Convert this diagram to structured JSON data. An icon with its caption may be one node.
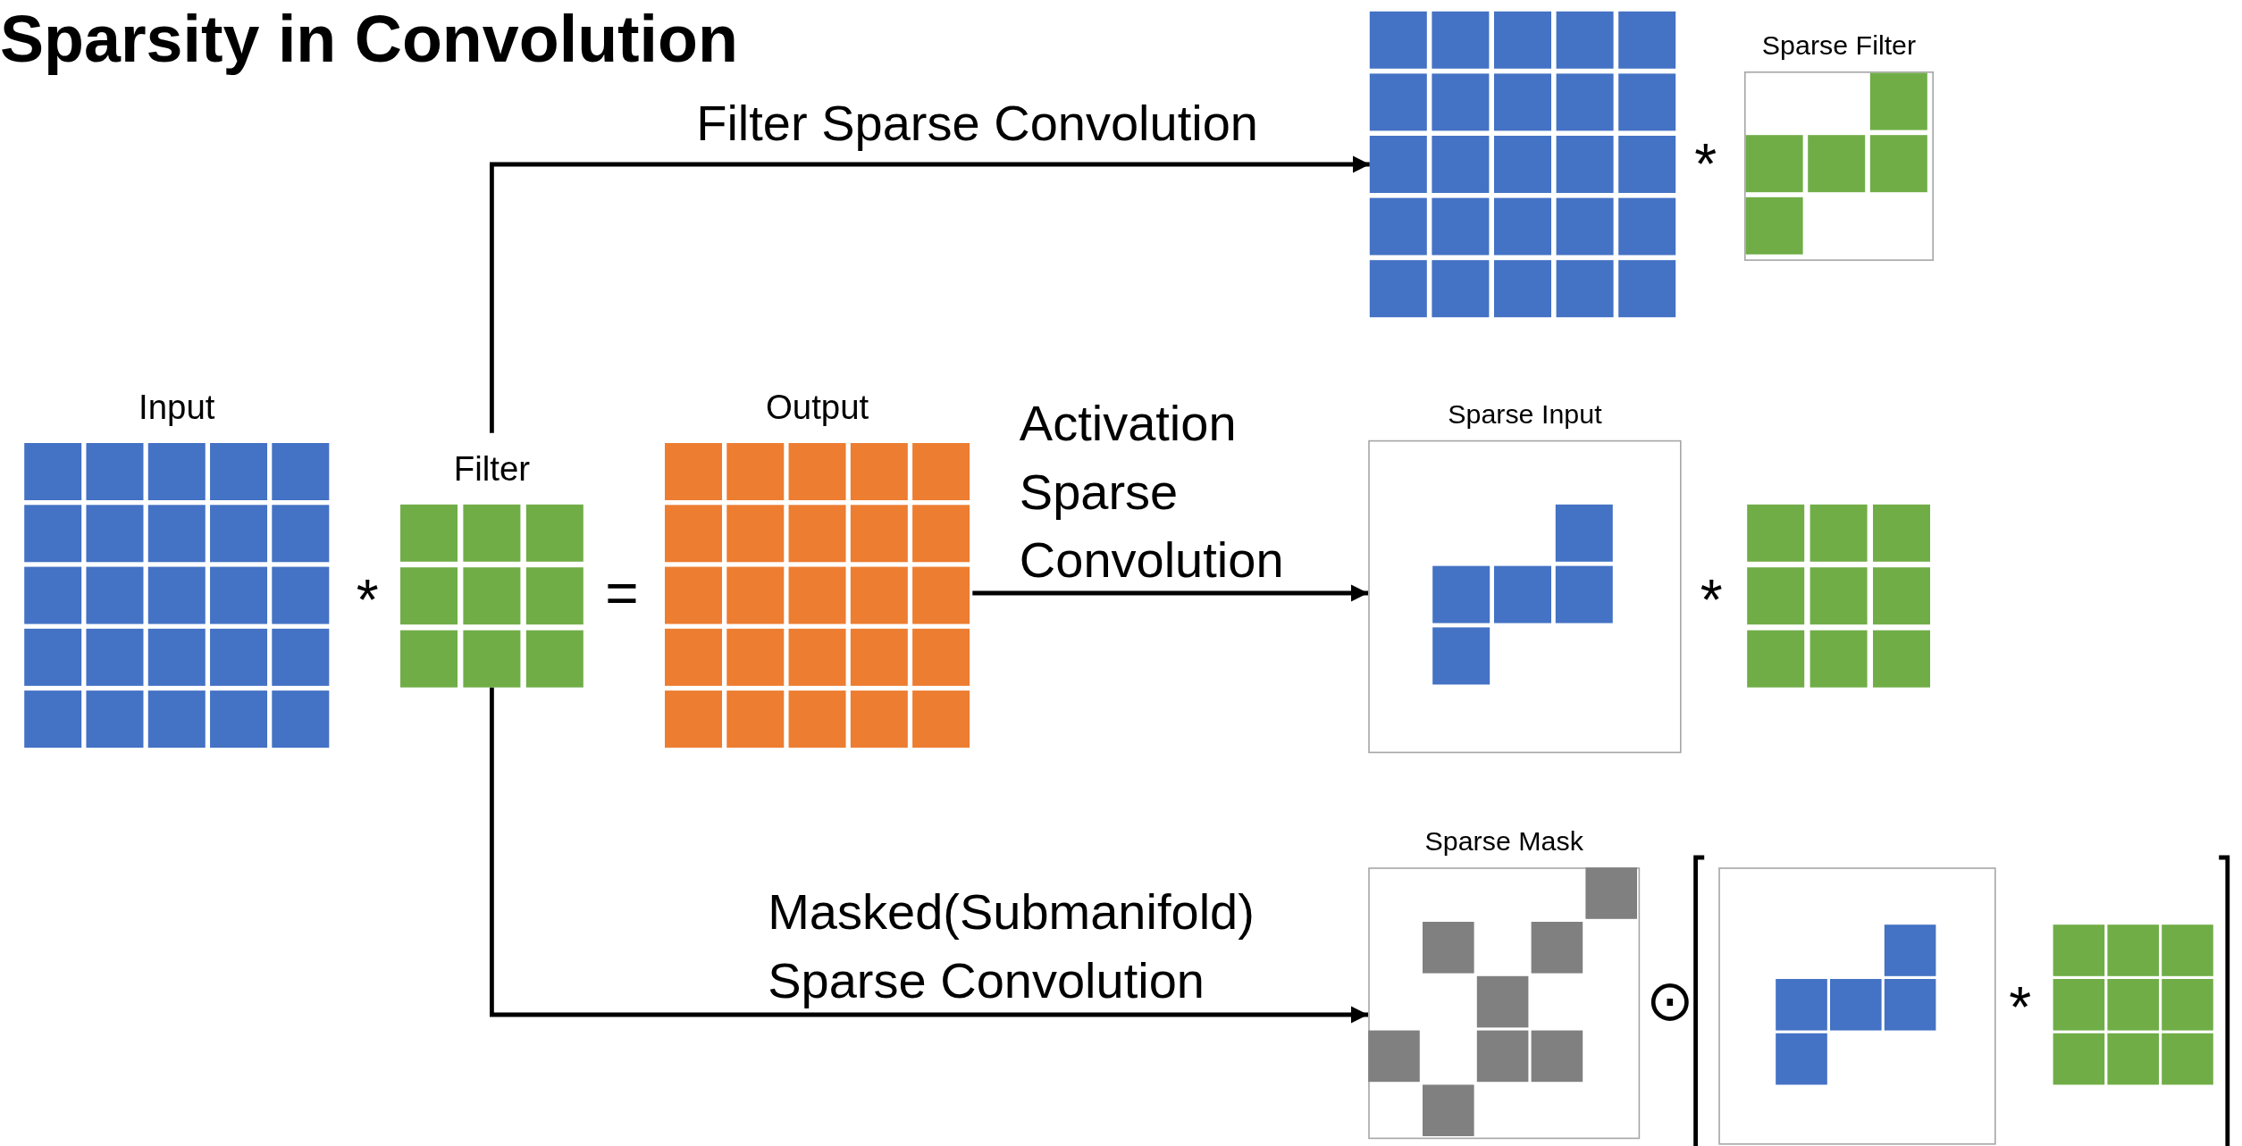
{
  "diagram": {
    "title": "Sparsity in Convolution",
    "nodes": [
      {
        "text": [],
        "shape": "grid"
      },
      {
        "text": [
          "Sparse Filter"
        ]
      },
      {
        "text": [
          "Input"
        ]
      },
      {
        "text": [
          "Filter"
        ]
      },
      {
        "text": [
          "Output"
        ]
      },
      {
        "text": [
          "Sparse Input"
        ]
      },
      {
        "text": [],
        "shape": "grid"
      },
      {
        "text": [
          "Sparse Mask"
        ]
      },
      {
        "text": [],
        "shape": "grid"
      },
      {
        "text": [],
        "shape": "grid"
      }
    ],
    "edges": [
      {
        "from": 3,
        "to": 0,
        "arrow": "to",
        "label": "Filter Sparse Convolution"
      },
      {
        "from": 4,
        "to": 5,
        "arrow": "to",
        "label": "Activation Sparse Convolution"
      },
      {
        "from": 3,
        "to": 7,
        "arrow": "to",
        "label": "Masked(Submanifold) Sparse Convolution"
      }
    ],
    "labels": [
      "*",
      "*",
      "=",
      "*",
      "⊙",
      "*"
    ]
  }
}
